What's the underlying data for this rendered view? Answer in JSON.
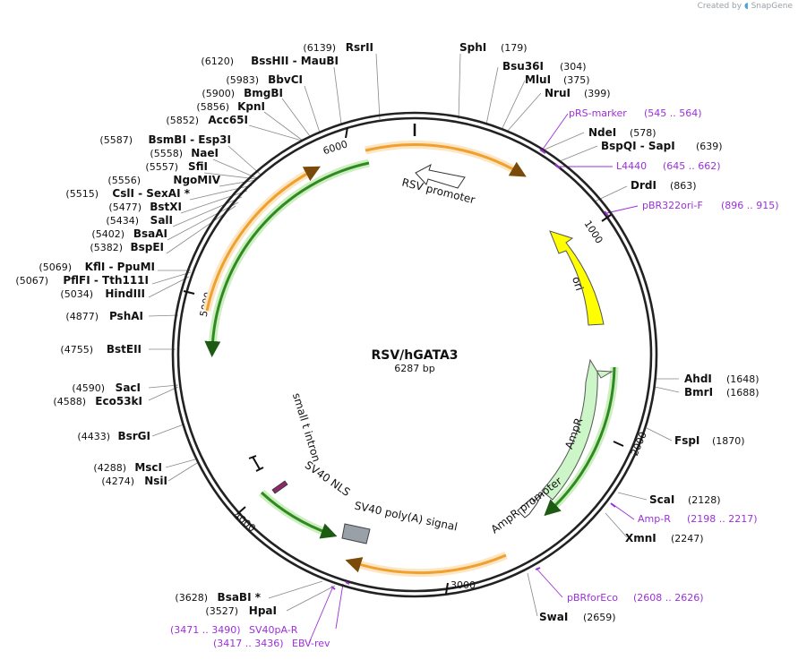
{
  "brand": {
    "prefix": "Created by",
    "name": "SnapGene"
  },
  "plasmid": {
    "name": "RSV/hGATA3",
    "size": "6287 bp"
  },
  "enzymes_right": [
    {
      "name": "SphI",
      "pos": "(179)"
    },
    {
      "name": "Bsu36I",
      "pos": "(304)"
    },
    {
      "name": "MluI",
      "pos": "(375)"
    },
    {
      "name": "NruI",
      "pos": "(399)"
    },
    {
      "name": "NdeI",
      "pos": "(578)"
    },
    {
      "name": "BspQI  -  SapI",
      "pos": "(639)"
    },
    {
      "name": "DrdI",
      "pos": "(863)"
    },
    {
      "name": "AhdI",
      "pos": "(1648)"
    },
    {
      "name": "BmrI",
      "pos": "(1688)"
    },
    {
      "name": "FspI",
      "pos": "(1870)"
    },
    {
      "name": "ScaI",
      "pos": "(2128)"
    },
    {
      "name": "XmnI",
      "pos": "(2247)"
    },
    {
      "name": "SwaI",
      "pos": "(2659)"
    }
  ],
  "enzymes_left": [
    {
      "name": "RsrII",
      "pos": "(6139)"
    },
    {
      "name": "BssHII  -  MauBI",
      "pos": "(6120)"
    },
    {
      "name": "BbvCI",
      "pos": "(5983)"
    },
    {
      "name": "BmgBI",
      "pos": "(5900)"
    },
    {
      "name": "KpnI",
      "pos": "(5856)"
    },
    {
      "name": "Acc65I",
      "pos": "(5852)"
    },
    {
      "name": "BsmBI  -  Esp3I",
      "pos": "(5587)"
    },
    {
      "name": "NaeI",
      "pos": "(5558)"
    },
    {
      "name": "SfiI",
      "pos": "(5557)"
    },
    {
      "name": "NgoMIV",
      "pos": "(5556)"
    },
    {
      "name": "CslI  -  SexAI *",
      "pos": "(5515)"
    },
    {
      "name": "BstXI",
      "pos": "(5477)"
    },
    {
      "name": "SalI",
      "pos": "(5434)"
    },
    {
      "name": "BsaAI",
      "pos": "(5402)"
    },
    {
      "name": "BspEI",
      "pos": "(5382)"
    },
    {
      "name": "KflI  -  PpuMI",
      "pos": "(5069)"
    },
    {
      "name": "PflFI  -  Tth111I",
      "pos": "(5067)"
    },
    {
      "name": "HindIII",
      "pos": "(5034)"
    },
    {
      "name": "PshAI",
      "pos": "(4877)"
    },
    {
      "name": "BstEII",
      "pos": "(4755)"
    },
    {
      "name": "SacI",
      "pos": "(4590)"
    },
    {
      "name": "Eco53kI",
      "pos": "(4588)"
    },
    {
      "name": "BsrGI",
      "pos": "(4433)"
    },
    {
      "name": "MscI",
      "pos": "(4288)"
    },
    {
      "name": "NsiI",
      "pos": "(4274)"
    },
    {
      "name": "BsaBI *",
      "pos": "(3628)"
    },
    {
      "name": "HpaI",
      "pos": "(3527)"
    }
  ],
  "primers": [
    {
      "name": "pRS-marker",
      "pos": "(545 .. 564)"
    },
    {
      "name": "L4440",
      "pos": "(645 .. 662)"
    },
    {
      "name": "pBR322ori-F",
      "pos": "(896 .. 915)"
    },
    {
      "name": "Amp-R",
      "pos": "(2198 .. 2217)"
    },
    {
      "name": "pBRforEco",
      "pos": "(2608 .. 2626)"
    },
    {
      "name": "SV40pA-R",
      "pos": "(3471 .. 3490)"
    },
    {
      "name": "EBV-rev",
      "pos": "(3417 .. 3436)"
    }
  ],
  "features": {
    "rsv_promoter": "RSV promoter",
    "ori": "ori",
    "ampr": "AmpR",
    "ampr_promoter": "AmpR promoter",
    "sv40_polya": "SV40 poly(A) signal",
    "sv40_nls": "SV40 NLS",
    "small_t_intron": "small t intron"
  },
  "ticks": [
    "1000",
    "2000",
    "3000",
    "4000",
    "5000",
    "6000"
  ],
  "colors": {
    "backbone": "#222222",
    "orange_arc": "#f0a02e",
    "orange_glow": "#fce6c4",
    "green_arc": "#2e8b1f",
    "green_glow": "#cdeec0",
    "ori": "#ffff00",
    "ampr": "#ccf5c8",
    "polya": "#9aa0a8",
    "nls": "#8a2a6a",
    "primer": "#9b30d9"
  }
}
